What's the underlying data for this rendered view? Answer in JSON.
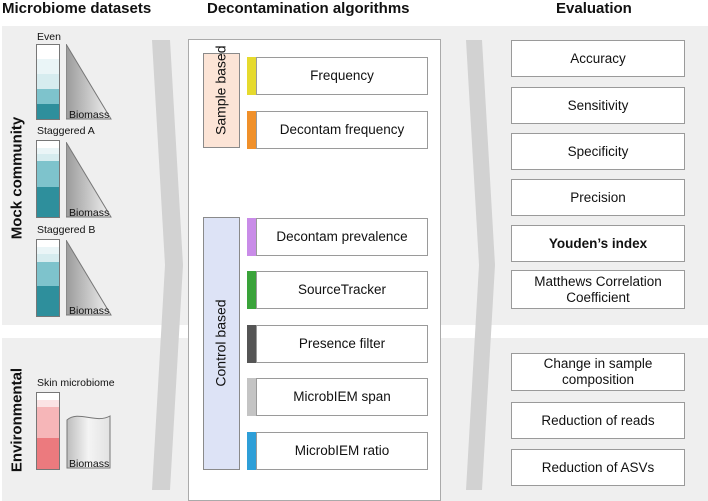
{
  "headers": {
    "datasets": "Microbiome datasets",
    "algorithms": "Decontamination algorithms",
    "evaluation": "Evaluation"
  },
  "datasets": {
    "mock_label": "Mock community",
    "environmental_label": "Environmental",
    "mock": [
      {
        "name": "Even",
        "biomass": "Biomass"
      },
      {
        "name": "Staggered A",
        "biomass": "Biomass"
      },
      {
        "name": "Staggered B",
        "biomass": "Biomass"
      }
    ],
    "skin": {
      "name": "Skin microbiome",
      "biomass": "Biomass"
    }
  },
  "algorithms": {
    "sample_based_label": "Sample based",
    "control_based_label": "Control based",
    "sample_based": [
      {
        "label": "Frequency",
        "color": "#e6da2e"
      },
      {
        "label": "Decontam frequency",
        "color": "#f0902a"
      }
    ],
    "control_based": [
      {
        "label": "Decontam prevalence",
        "color": "#c98ce8"
      },
      {
        "label": "SourceTracker",
        "color": "#3aa33a"
      },
      {
        "label": "Presence filter",
        "color": "#555555"
      },
      {
        "label": "MicrobIEM span",
        "color": "#c4c4c4"
      },
      {
        "label": "MicrobIEM ratio",
        "color": "#2e9fd8"
      }
    ]
  },
  "evaluation": {
    "mock": [
      "Accuracy",
      "Sensitivity",
      "Specificity",
      "Precision",
      "Youden’s index",
      "Matthews Correlation Coefficient"
    ],
    "environmental": [
      "Change in sample composition",
      "Reduction of reads",
      "Reduction of ASVs"
    ]
  },
  "colors": {
    "teal_dark": "#2e8f9c",
    "teal_mid": "#7ec3cc",
    "teal_light": "#d6ecef",
    "pink_dark": "#ec7a7e",
    "pink_light": "#f6b6b8",
    "sample_based_fill": "#fce4d6",
    "control_based_fill": "#dde3f6"
  }
}
